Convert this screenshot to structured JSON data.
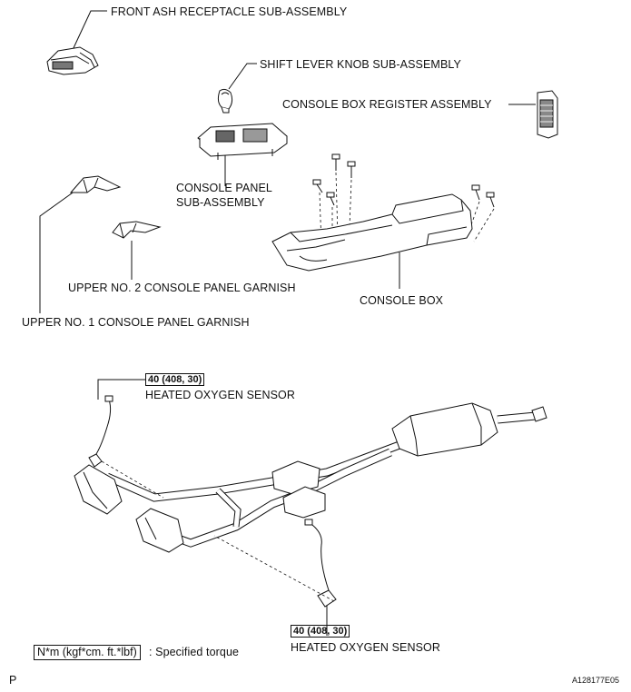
{
  "labels": {
    "front_ash": "FRONT ASH RECEPTACLE SUB-ASSEMBLY",
    "shift_knob": "SHIFT LEVER KNOB SUB-ASSEMBLY",
    "console_register": "CONSOLE BOX REGISTER ASSEMBLY",
    "console_panel_1": "CONSOLE PANEL",
    "console_panel_2": "SUB-ASSEMBLY",
    "upper_no2": "UPPER NO. 2 CONSOLE PANEL GARNISH",
    "console_box": "CONSOLE BOX",
    "upper_no1": "UPPER NO. 1 CONSOLE PANEL GARNISH",
    "sensor_top": "HEATED OXYGEN SENSOR",
    "sensor_bottom": "HEATED OXYGEN SENSOR"
  },
  "torque": {
    "top": "40 (408, 30)",
    "bottom": "40 (408, 30)"
  },
  "legend": {
    "unit": "N*m (kgf*cm. ft.*lbf)",
    "text": ": Specified torque"
  },
  "corner": {
    "left": "P",
    "code": "A128177E05"
  }
}
